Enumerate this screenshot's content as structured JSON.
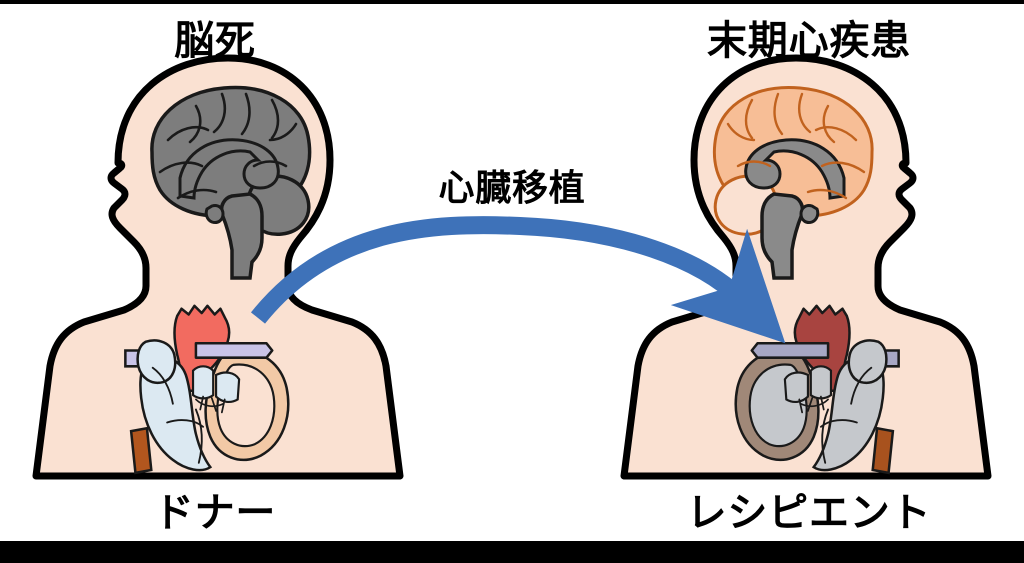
{
  "diagram": {
    "title": "心臓移植",
    "procedure_label": "心臓移植",
    "donor": {
      "condition_label": "脳死",
      "role_label": "ドナー",
      "brain_state": "dead",
      "brain_color": "#7D7D7D",
      "heart_state": "healthy",
      "heart_colors": {
        "aorta": "#F26B60",
        "chamber": "#DCE9F2",
        "ventricle_wall": "#F2C9A6",
        "pulmonary_artery": "#C9C4E8",
        "vena_cava": "#B2561E"
      }
    },
    "recipient": {
      "condition_label": "末期心疾患",
      "role_label": "レシピエント",
      "brain_state": "alive",
      "brain_color": "#F7BE96",
      "heart_state": "diseased",
      "heart_colors": {
        "aorta": "#A84440",
        "chamber": "#C5C8CC",
        "ventricle_wall": "#A08878",
        "pulmonary_artery": "#A7A7C4",
        "vena_cava": "#A8521E"
      }
    },
    "arrow": {
      "color": "#3E72B9",
      "direction": "donor-to-recipient"
    },
    "palette": {
      "skin": "#FAE1D2",
      "outline": "#000000",
      "background": "#FFFFFF",
      "bar": "#000000",
      "brainstem_gray": "#8A8A8A",
      "ventricle_light": "#EDEDED"
    }
  }
}
